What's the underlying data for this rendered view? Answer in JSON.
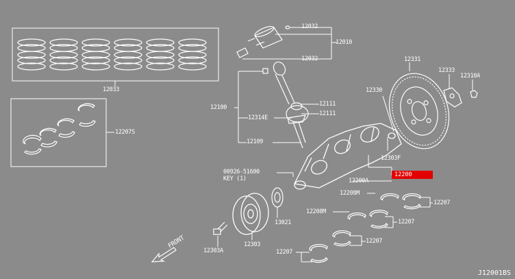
{
  "diagram_id": "J12001BS",
  "front_label": "FRONT",
  "highlight_part": "12200",
  "labels": {
    "ring_set": "12033",
    "bearing_set": "12207S",
    "piston_top": "12032",
    "piston": "12010",
    "piston_bottom": "12032",
    "rod": "12100",
    "rod_bolt_a": "12111",
    "rod_bolt_b": "12111",
    "rod_nut": "12314E",
    "rod_bearing": "12109",
    "flywheel": "12331",
    "plate": "12333",
    "bolt": "12310A",
    "pilot": "12330",
    "flywheel_sub": "12303F",
    "crank_sub": "12200A",
    "key_part": "00926-51600",
    "key": "KEY (1)",
    "sprocket": "13021",
    "pulley": "12303",
    "pulley_bolt": "12303A",
    "thrust_a": "12208M",
    "thrust_b": "12208M",
    "main_a": "12207",
    "main_b": "12207",
    "main_c": "12207",
    "main_d": "12207"
  },
  "colors": {
    "background": "#8b8b8b",
    "line": "#ffffff",
    "highlight": "#e30000"
  }
}
